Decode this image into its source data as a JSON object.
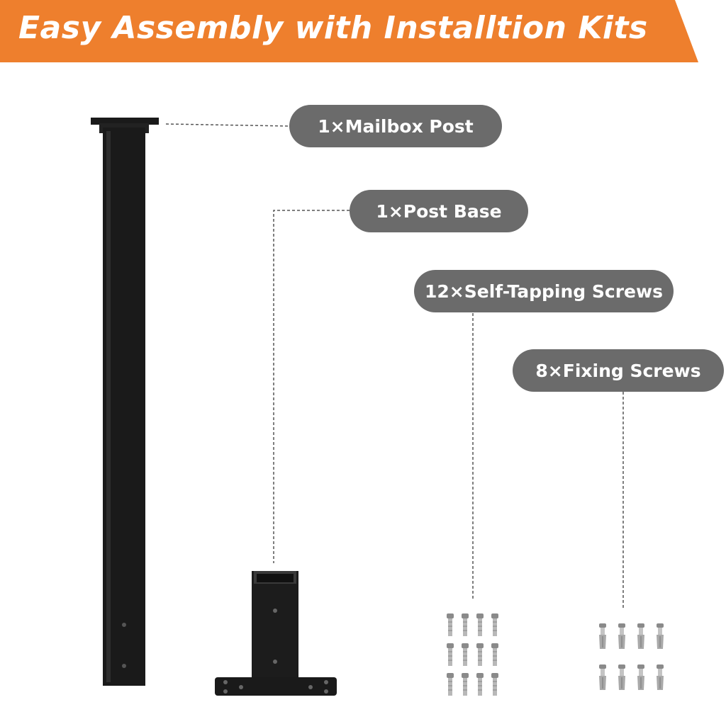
{
  "banner": {
    "title": "Easy Assembly with Installtion Kits",
    "bg_color": "#ee7f2d",
    "text_color": "#ffffff"
  },
  "labels": {
    "mailbox_post": "1×Mailbox Post",
    "post_base": "1×Post Base",
    "self_tapping_screws": "12×Self-Tapping Screws",
    "fixing_screws": "8×Fixing Screws"
  },
  "colors": {
    "label_bg": "#6b6b6b",
    "product": "#1a1a1a"
  },
  "parts": {
    "self_tapping_screws_count": 12,
    "fixing_screws_count": 8
  }
}
